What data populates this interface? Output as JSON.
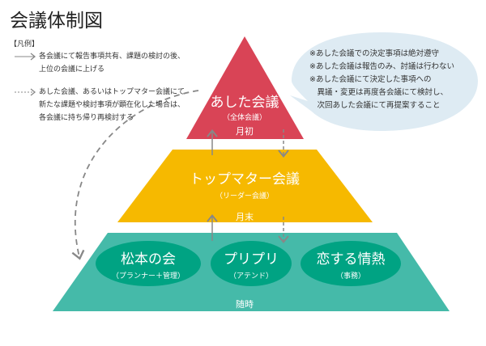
{
  "title": "会議体制図",
  "legend": {
    "heading": "【凡例】",
    "solid": [
      "各会議にて報告事項共有、課題の検討の後、",
      "上位の会議に上げる"
    ],
    "dashed": [
      "あした会議、あるいはトップマター会議にて",
      "新たな課題や検討事項が顕在化した場合は、",
      "各会議に持ち帰り再検討する"
    ]
  },
  "notes": [
    "※あした会議での決定事項は絶対遵守",
    "※あした会議は報告のみ、討議は行わない",
    "※あした会議にて決定した事項への",
    "　異議・変更は再度各会議にて検討し、",
    "　次回あした会議にて再提案すること"
  ],
  "levels": {
    "top": {
      "name": "あした会議",
      "sub": "（全体会議）",
      "timing": "月初"
    },
    "middle": {
      "name": "トップマター会議",
      "sub": "（リーダー会議）",
      "timing": "月末"
    },
    "bottom": {
      "timing": "随時",
      "groups": [
        {
          "name": "松本の会",
          "sub": "（プランナー＋管理）"
        },
        {
          "name": "プリプリ",
          "sub": "（アテンド）"
        },
        {
          "name": "恋する情熱",
          "sub": "（事務）"
        }
      ]
    }
  },
  "colors": {
    "red": "#d94456",
    "yellow": "#f6b900",
    "teal": "#45baa9",
    "ellipse": "#00a383",
    "bubble": "#deebf3"
  }
}
